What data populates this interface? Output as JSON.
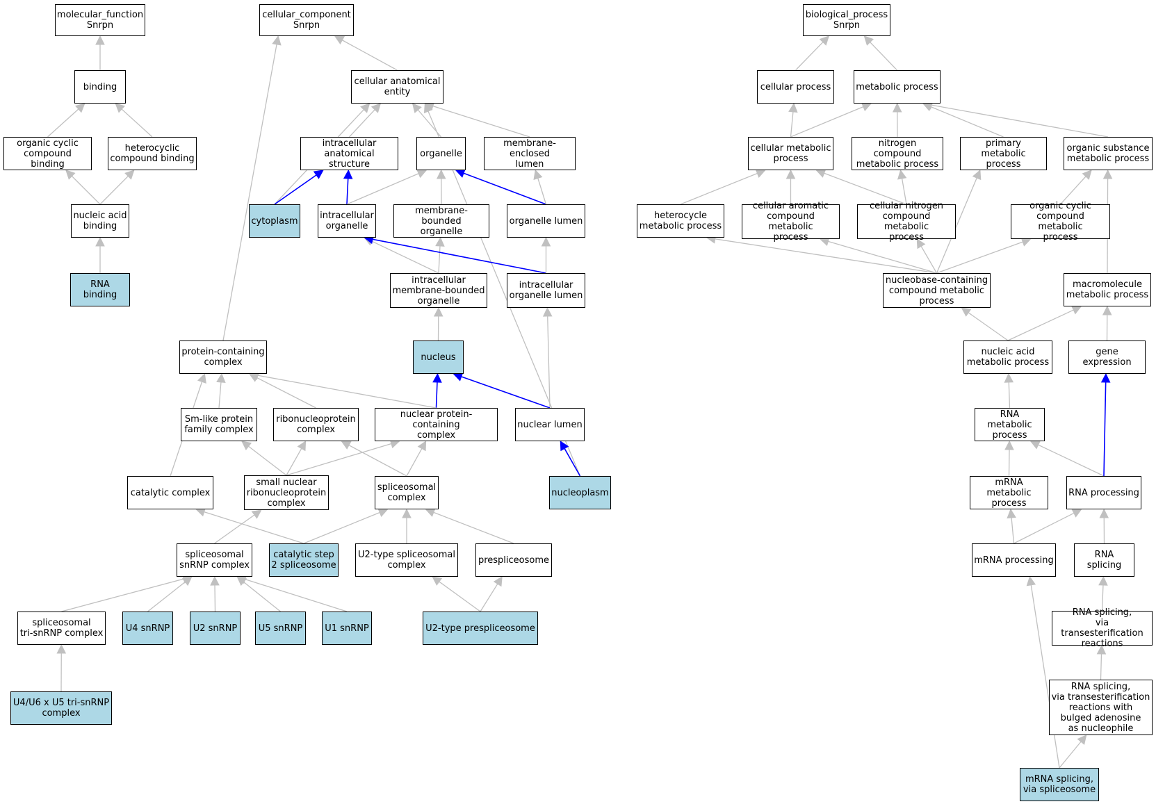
{
  "colors": {
    "edge_default": "#c0c0c0",
    "edge_highlight": "#0000ff",
    "node_highlight": "#add8e6",
    "node_default": "#ffffff",
    "border": "#000000"
  },
  "nodes": {
    "mf_root": {
      "label": "molecular_function\nSnrpn",
      "highlight": false
    },
    "binding": {
      "label": "binding",
      "highlight": false
    },
    "org_cyclic_binding": {
      "label": "organic cyclic\ncompound binding",
      "highlight": false
    },
    "hetero_binding": {
      "label": "heterocyclic\ncompound binding",
      "highlight": false
    },
    "nucleic_acid_binding": {
      "label": "nucleic acid\nbinding",
      "highlight": false
    },
    "rna_binding": {
      "label": "RNA binding",
      "highlight": true
    },
    "cc_root": {
      "label": "cellular_component\nSnrpn",
      "highlight": false
    },
    "cell_anat": {
      "label": "cellular anatomical\nentity",
      "highlight": false
    },
    "intra_anat": {
      "label": "intracellular\nanatomical structure",
      "highlight": false
    },
    "organelle": {
      "label": "organelle",
      "highlight": false
    },
    "mem_lumen": {
      "label": "membrane-enclosed\nlumen",
      "highlight": false
    },
    "cytoplasm": {
      "label": "cytoplasm",
      "highlight": true
    },
    "intra_org": {
      "label": "intracellular\norganelle",
      "highlight": false
    },
    "mem_bound_org": {
      "label": "membrane-bounded\norganelle",
      "highlight": false
    },
    "org_lumen": {
      "label": "organelle lumen",
      "highlight": false
    },
    "intra_mem_org": {
      "label": "intracellular\nmembrane-bounded\norganelle",
      "highlight": false
    },
    "intra_org_lumen": {
      "label": "intracellular\norganelle lumen",
      "highlight": false
    },
    "prot_complex": {
      "label": "protein-containing\ncomplex",
      "highlight": false
    },
    "nucleus": {
      "label": "nucleus",
      "highlight": true
    },
    "sm_like": {
      "label": "Sm-like protein\nfamily complex",
      "highlight": false
    },
    "rnp_complex": {
      "label": "ribonucleoprotein\ncomplex",
      "highlight": false
    },
    "nuc_prot_complex": {
      "label": "nuclear protein-containing\ncomplex",
      "highlight": false
    },
    "nuc_lumen": {
      "label": "nuclear lumen",
      "highlight": false
    },
    "catalytic_complex": {
      "label": "catalytic complex",
      "highlight": false
    },
    "snrnp_complex": {
      "label": "small nuclear\nribonucleoprotein\ncomplex",
      "highlight": false
    },
    "spliceosomal_complex": {
      "label": "spliceosomal\ncomplex",
      "highlight": false
    },
    "nucleoplasm": {
      "label": "nucleoplasm",
      "highlight": true
    },
    "sp_snrnp": {
      "label": "spliceosomal\nsnRNP complex",
      "highlight": false
    },
    "cat_step2": {
      "label": "catalytic step\n2 spliceosome",
      "highlight": true
    },
    "u2_sp_complex": {
      "label": "U2-type spliceosomal\ncomplex",
      "highlight": false
    },
    "prespliceosome": {
      "label": "prespliceosome",
      "highlight": false
    },
    "tri_snrnp": {
      "label": "spliceosomal\ntri-snRNP complex",
      "highlight": false
    },
    "u4": {
      "label": "U4 snRNP",
      "highlight": true
    },
    "u2": {
      "label": "U2 snRNP",
      "highlight": true
    },
    "u5": {
      "label": "U5 snRNP",
      "highlight": true
    },
    "u1": {
      "label": "U1 snRNP",
      "highlight": true
    },
    "u2_pre": {
      "label": "U2-type prespliceosome",
      "highlight": true
    },
    "u4u6u5": {
      "label": "U4/U6 x U5 tri-snRNP\ncomplex",
      "highlight": true
    },
    "bp_root": {
      "label": "biological_process\nSnrpn",
      "highlight": false
    },
    "cell_proc": {
      "label": "cellular process",
      "highlight": false
    },
    "met_proc": {
      "label": "metabolic process",
      "highlight": false
    },
    "cell_met": {
      "label": "cellular metabolic\nprocess",
      "highlight": false
    },
    "nitro_met": {
      "label": "nitrogen compound\nmetabolic process",
      "highlight": false
    },
    "prim_met": {
      "label": "primary metabolic\nprocess",
      "highlight": false
    },
    "org_sub_met": {
      "label": "organic substance\nmetabolic process",
      "highlight": false
    },
    "hetero_met": {
      "label": "heterocycle\nmetabolic process",
      "highlight": false
    },
    "cell_arom_met": {
      "label": "cellular aromatic\ncompound metabolic\nprocess",
      "highlight": false
    },
    "cell_nitro_met": {
      "label": "cellular nitrogen\ncompound metabolic\nprocess",
      "highlight": false
    },
    "org_cyc_met": {
      "label": "organic cyclic\ncompound metabolic\nprocess",
      "highlight": false
    },
    "nucleobase_met": {
      "label": "nucleobase-containing\ncompound metabolic\nprocess",
      "highlight": false
    },
    "macro_met": {
      "label": "macromolecule\nmetabolic process",
      "highlight": false
    },
    "nuc_acid_met": {
      "label": "nucleic acid\nmetabolic process",
      "highlight": false
    },
    "gene_expr": {
      "label": "gene expression",
      "highlight": false
    },
    "rna_met": {
      "label": "RNA metabolic\nprocess",
      "highlight": false
    },
    "mrna_met": {
      "label": "mRNA metabolic\nprocess",
      "highlight": false
    },
    "rna_proc": {
      "label": "RNA processing",
      "highlight": false
    },
    "mrna_proc": {
      "label": "mRNA processing",
      "highlight": false
    },
    "rna_splicing": {
      "label": "RNA splicing",
      "highlight": false
    },
    "rna_spl_trans": {
      "label": "RNA splicing,\nvia transesterification\nreactions",
      "highlight": false
    },
    "rna_spl_bulged": {
      "label": "RNA splicing,\nvia transesterification\nreactions with\nbulged adenosine\nas nucleophile",
      "highlight": false
    },
    "mrna_splicing": {
      "label": "mRNA splicing,\nvia spliceosome",
      "highlight": true
    }
  },
  "edges": [
    {
      "from": "binding",
      "to": "mf_root",
      "highlight": false
    },
    {
      "from": "org_cyclic_binding",
      "to": "binding",
      "highlight": false
    },
    {
      "from": "hetero_binding",
      "to": "binding",
      "highlight": false
    },
    {
      "from": "nucleic_acid_binding",
      "to": "org_cyclic_binding",
      "highlight": false
    },
    {
      "from": "nucleic_acid_binding",
      "to": "hetero_binding",
      "highlight": false
    },
    {
      "from": "rna_binding",
      "to": "nucleic_acid_binding",
      "highlight": false
    },
    {
      "from": "cell_anat",
      "to": "cc_root",
      "highlight": false
    },
    {
      "from": "prot_complex",
      "to": "cc_root",
      "highlight": false
    },
    {
      "from": "cytoplasm",
      "to": "cell_anat",
      "highlight": false
    },
    {
      "from": "intra_anat",
      "to": "cell_anat",
      "highlight": false
    },
    {
      "from": "organelle",
      "to": "cell_anat",
      "highlight": false
    },
    {
      "from": "mem_lumen",
      "to": "cell_anat",
      "highlight": false
    },
    {
      "from": "nucleoplasm",
      "to": "cell_anat",
      "highlight": false
    },
    {
      "from": "cytoplasm",
      "to": "intra_anat",
      "highlight": true
    },
    {
      "from": "intra_org",
      "to": "intra_anat",
      "highlight": true
    },
    {
      "from": "intra_org",
      "to": "organelle",
      "highlight": false
    },
    {
      "from": "mem_bound_org",
      "to": "organelle",
      "highlight": false
    },
    {
      "from": "org_lumen",
      "to": "organelle",
      "highlight": true
    },
    {
      "from": "org_lumen",
      "to": "mem_lumen",
      "highlight": false
    },
    {
      "from": "intra_mem_org",
      "to": "intra_org",
      "highlight": false
    },
    {
      "from": "intra_mem_org",
      "to": "mem_bound_org",
      "highlight": false
    },
    {
      "from": "intra_org_lumen",
      "to": "intra_org",
      "highlight": true
    },
    {
      "from": "intra_org_lumen",
      "to": "org_lumen",
      "highlight": false
    },
    {
      "from": "nucleus",
      "to": "intra_mem_org",
      "highlight": false
    },
    {
      "from": "nuc_lumen",
      "to": "intra_org_lumen",
      "highlight": false
    },
    {
      "from": "nuc_prot_complex",
      "to": "nucleus",
      "highlight": true
    },
    {
      "from": "nuc_lumen",
      "to": "nucleus",
      "highlight": true
    },
    {
      "from": "nucleoplasm",
      "to": "nuc_lumen",
      "highlight": true
    },
    {
      "from": "sm_like",
      "to": "prot_complex",
      "highlight": false
    },
    {
      "from": "rnp_complex",
      "to": "prot_complex",
      "highlight": false
    },
    {
      "from": "nuc_prot_complex",
      "to": "prot_complex",
      "highlight": false
    },
    {
      "from": "catalytic_complex",
      "to": "prot_complex",
      "highlight": false
    },
    {
      "from": "snrnp_complex",
      "to": "sm_like",
      "highlight": false
    },
    {
      "from": "snrnp_complex",
      "to": "rnp_complex",
      "highlight": false
    },
    {
      "from": "snrnp_complex",
      "to": "nuc_prot_complex",
      "highlight": false
    },
    {
      "from": "spliceosomal_complex",
      "to": "rnp_complex",
      "highlight": false
    },
    {
      "from": "spliceosomal_complex",
      "to": "nuc_prot_complex",
      "highlight": false
    },
    {
      "from": "sp_snrnp",
      "to": "snrnp_complex",
      "highlight": false
    },
    {
      "from": "cat_step2",
      "to": "catalytic_complex",
      "highlight": false
    },
    {
      "from": "cat_step2",
      "to": "spliceosomal_complex",
      "highlight": false
    },
    {
      "from": "u2_sp_complex",
      "to": "spliceosomal_complex",
      "highlight": false
    },
    {
      "from": "prespliceosome",
      "to": "spliceosomal_complex",
      "highlight": false
    },
    {
      "from": "tri_snrnp",
      "to": "sp_snrnp",
      "highlight": false
    },
    {
      "from": "u4",
      "to": "sp_snrnp",
      "highlight": false
    },
    {
      "from": "u2",
      "to": "sp_snrnp",
      "highlight": false
    },
    {
      "from": "u5",
      "to": "sp_snrnp",
      "highlight": false
    },
    {
      "from": "u1",
      "to": "sp_snrnp",
      "highlight": false
    },
    {
      "from": "u2_pre",
      "to": "u2_sp_complex",
      "highlight": false
    },
    {
      "from": "u2_pre",
      "to": "prespliceosome",
      "highlight": false
    },
    {
      "from": "u4u6u5",
      "to": "tri_snrnp",
      "highlight": false
    },
    {
      "from": "cell_proc",
      "to": "bp_root",
      "highlight": false
    },
    {
      "from": "met_proc",
      "to": "bp_root",
      "highlight": false
    },
    {
      "from": "cell_met",
      "to": "cell_proc",
      "highlight": false
    },
    {
      "from": "cell_met",
      "to": "met_proc",
      "highlight": false
    },
    {
      "from": "nitro_met",
      "to": "met_proc",
      "highlight": false
    },
    {
      "from": "prim_met",
      "to": "met_proc",
      "highlight": false
    },
    {
      "from": "org_sub_met",
      "to": "met_proc",
      "highlight": false
    },
    {
      "from": "hetero_met",
      "to": "cell_met",
      "highlight": false
    },
    {
      "from": "cell_arom_met",
      "to": "cell_met",
      "highlight": false
    },
    {
      "from": "cell_nitro_met",
      "to": "cell_met",
      "highlight": false
    },
    {
      "from": "cell_nitro_met",
      "to": "nitro_met",
      "highlight": false
    },
    {
      "from": "org_cyc_met",
      "to": "org_sub_met",
      "highlight": false
    },
    {
      "from": "macro_met",
      "to": "org_sub_met",
      "highlight": false
    },
    {
      "from": "nucleobase_met",
      "to": "hetero_met",
      "highlight": false
    },
    {
      "from": "nucleobase_met",
      "to": "cell_arom_met",
      "highlight": false
    },
    {
      "from": "nucleobase_met",
      "to": "cell_nitro_met",
      "highlight": false
    },
    {
      "from": "nucleobase_met",
      "to": "org_cyc_met",
      "highlight": false
    },
    {
      "from": "nucleobase_met",
      "to": "prim_met",
      "highlight": false
    },
    {
      "from": "nuc_acid_met",
      "to": "nucleobase_met",
      "highlight": false
    },
    {
      "from": "nuc_acid_met",
      "to": "macro_met",
      "highlight": false
    },
    {
      "from": "gene_expr",
      "to": "macro_met",
      "highlight": false
    },
    {
      "from": "rna_met",
      "to": "nuc_acid_met",
      "highlight": false
    },
    {
      "from": "mrna_met",
      "to": "rna_met",
      "highlight": false
    },
    {
      "from": "rna_proc",
      "to": "rna_met",
      "highlight": false
    },
    {
      "from": "rna_proc",
      "to": "gene_expr",
      "highlight": true
    },
    {
      "from": "mrna_proc",
      "to": "mrna_met",
      "highlight": false
    },
    {
      "from": "mrna_proc",
      "to": "rna_proc",
      "highlight": false
    },
    {
      "from": "rna_splicing",
      "to": "rna_proc",
      "highlight": false
    },
    {
      "from": "rna_spl_trans",
      "to": "rna_splicing",
      "highlight": false
    },
    {
      "from": "rna_spl_bulged",
      "to": "rna_spl_trans",
      "highlight": false
    },
    {
      "from": "mrna_splicing",
      "to": "rna_spl_bulged",
      "highlight": false
    },
    {
      "from": "mrna_splicing",
      "to": "mrna_proc",
      "highlight": false
    }
  ]
}
